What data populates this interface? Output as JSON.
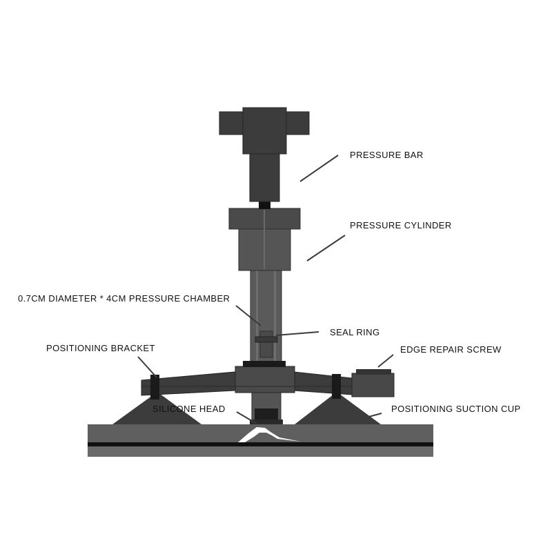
{
  "labels": {
    "pressure_bar": "PRESSURE BAR",
    "pressure_cylinder": "PRESSURE CYLINDER",
    "pressure_chamber": "0.7CM DIAMETER * 4CM PRESSURE CHAMBER",
    "seal_ring": "SEAL RING",
    "positioning_bracket": "POSITIONING BRACKET",
    "edge_repair_screw": "EDGE REPAIR SCREW",
    "silicone_head": "SILICONE HEAD",
    "positioning_suction_cup": "POSITIONING SUCTION CUP"
  },
  "colors": {
    "dark": "#3c3c3c",
    "mid": "#555555",
    "glass": "#5f5f5f",
    "black": "#111111",
    "crack": "#ffffff"
  }
}
